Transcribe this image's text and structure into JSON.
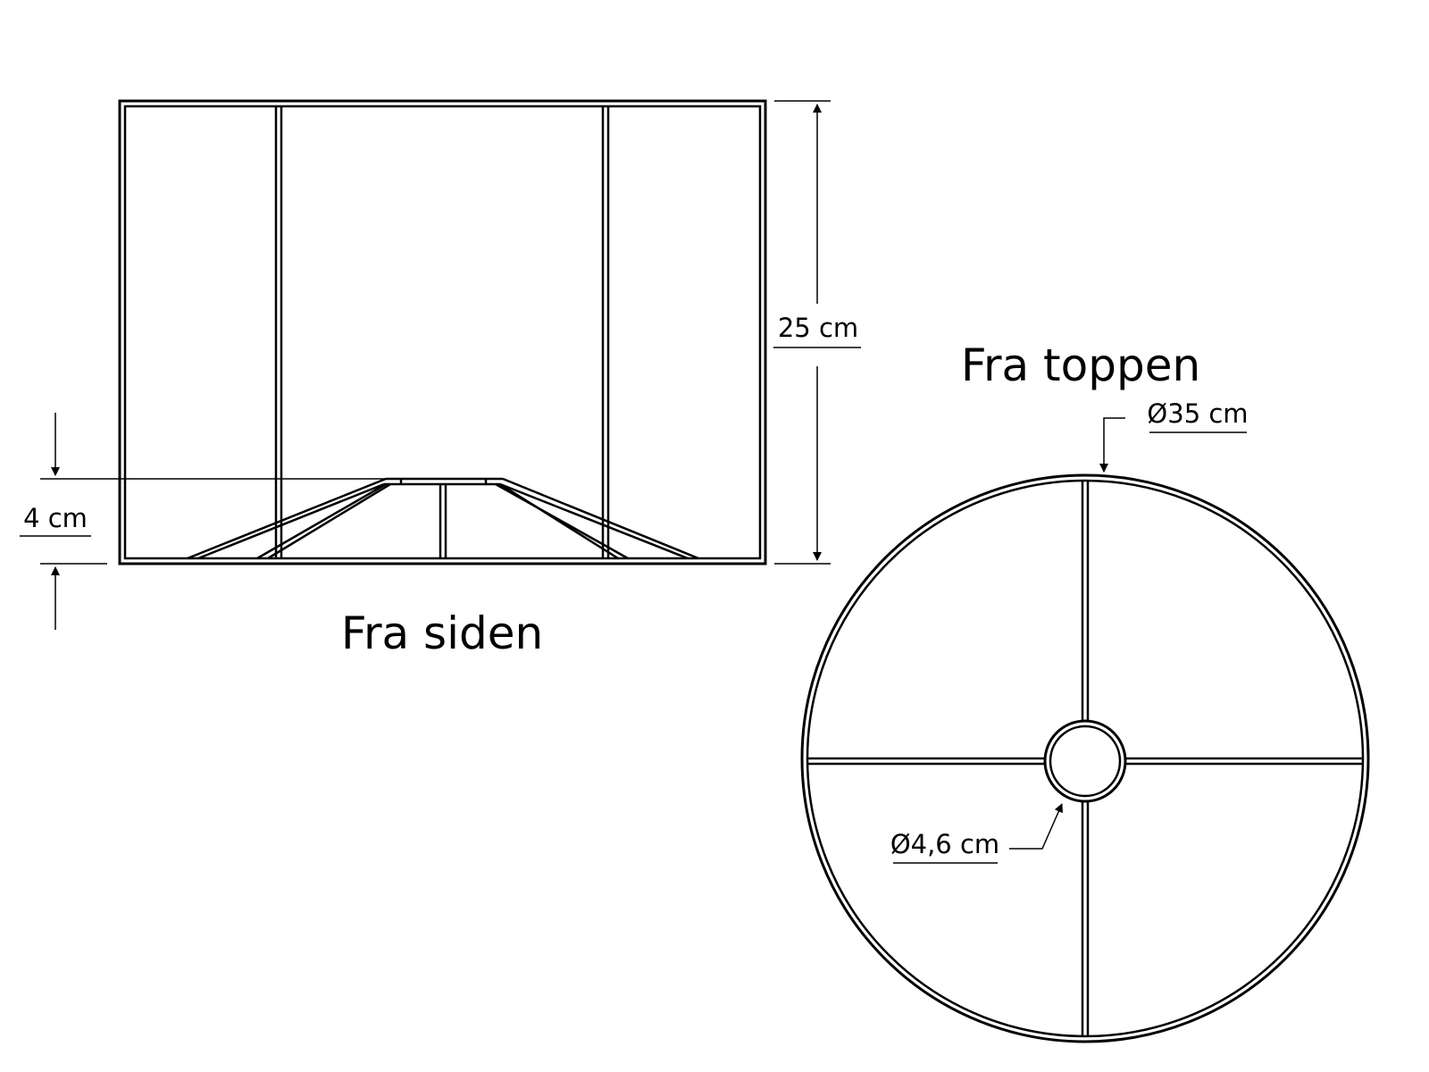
{
  "views": {
    "side": {
      "title": "Fra siden",
      "height_label": "25 cm",
      "ring_drop_label": "4 cm"
    },
    "top": {
      "title": "Fra toppen",
      "outer_diameter_label": "Ø35 cm",
      "inner_ring_diameter_label": "Ø4,6 cm"
    }
  },
  "colors": {
    "line": "#000000",
    "background": "#ffffff"
  }
}
